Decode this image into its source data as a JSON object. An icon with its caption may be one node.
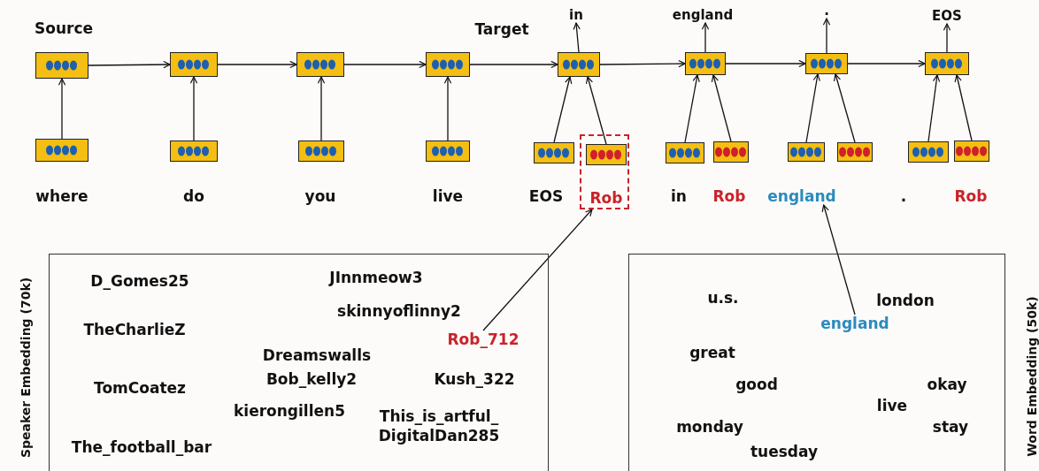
{
  "diagram": {
    "nodes": [
      {
        "text": [
          "in"
        ]
      },
      {
        "text": [
          "england"
        ]
      },
      {
        "text": [
          "."
        ]
      },
      {
        "text": [
          "EOS"
        ]
      },
      {
        "text": [],
        "shape": "box"
      },
      {
        "text": [],
        "shape": "box"
      },
      {
        "text": [],
        "shape": "box"
      },
      {
        "text": [],
        "shape": "box"
      },
      {
        "text": [],
        "shape": "box"
      },
      {
        "text": [],
        "shape": "box"
      },
      {
        "text": [],
        "shape": "box"
      },
      {
        "text": [],
        "shape": "box"
      },
      {
        "text": [],
        "shape": "box"
      },
      {
        "text": [],
        "shape": "box"
      },
      {
        "text": [],
        "shape": "box"
      },
      {
        "text": [],
        "shape": "box"
      },
      {
        "text": [],
        "shape": "box"
      },
      {
        "text": [
          "Rob"
        ]
      },
      {
        "text": [],
        "shape": "box",
        "in": 17
      },
      {
        "text": [],
        "shape": "box"
      },
      {
        "text": [],
        "shape": "box"
      },
      {
        "text": [],
        "shape": "box"
      },
      {
        "text": [],
        "shape": "box"
      },
      {
        "text": [],
        "shape": "box"
      },
      {
        "text": [],
        "shape": "box"
      },
      {
        "text": [
          "england"
        ]
      },
      {
        "text": [
          "Speaker Embedding (70k)",
          "D_Gomes25",
          "JInnmeow3",
          "skinnyoflinny2",
          "TheCharlieZ",
          "Dreamswalls",
          "Bob_kelly2",
          "Kush_322",
          "TomCoatez",
          "kierongillen5",
          "This_is_artful_ DigitalDan285",
          "The_football_bar"
        ]
      },
      {
        "text": [
          "Rob_712"
        ],
        "in": 26
      },
      {
        "text": [
          "Word Embedding (50k)",
          "u.s.",
          "london",
          "great",
          "good",
          "okay",
          "live",
          "monday",
          "stay",
          "tuesday"
        ]
      },
      {
        "text": [
          "england"
        ],
        "in": 28
      }
    ],
    "edges": [
      {
        "from": 4,
        "to": 5,
        "arrow": "to"
      },
      {
        "from": 5,
        "to": 6,
        "arrow": "to"
      },
      {
        "from": 6,
        "to": 7,
        "arrow": "to"
      },
      {
        "from": 7,
        "to": 8,
        "arrow": "to"
      },
      {
        "from": 8,
        "to": 9,
        "arrow": "to"
      },
      {
        "from": 9,
        "to": 10,
        "arrow": "to"
      },
      {
        "from": 10,
        "to": 11,
        "arrow": "to"
      },
      {
        "from": 12,
        "to": 4,
        "arrow": "to"
      },
      {
        "from": 13,
        "to": 5,
        "arrow": "to"
      },
      {
        "from": 14,
        "to": 6,
        "arrow": "to"
      },
      {
        "from": 15,
        "to": 7,
        "arrow": "to"
      },
      {
        "from": 16,
        "to": 8,
        "arrow": "to"
      },
      {
        "from": 18,
        "to": 8,
        "arrow": "to"
      },
      {
        "from": 19,
        "to": 9,
        "arrow": "to"
      },
      {
        "from": 20,
        "to": 9,
        "arrow": "to"
      },
      {
        "from": 21,
        "to": 10,
        "arrow": "to"
      },
      {
        "from": 22,
        "to": 10,
        "arrow": "to"
      },
      {
        "from": 23,
        "to": 11,
        "arrow": "to"
      },
      {
        "from": 24,
        "to": 11,
        "arrow": "to"
      },
      {
        "from": 8,
        "to": 0,
        "arrow": "to"
      },
      {
        "from": 9,
        "to": 1,
        "arrow": "to"
      },
      {
        "from": 10,
        "to": 2,
        "arrow": "to"
      },
      {
        "from": 11,
        "to": 3,
        "arrow": "to"
      },
      {
        "from": 27,
        "to": 17,
        "arrow": "to"
      },
      {
        "from": 29,
        "to": 25,
        "arrow": "to"
      }
    ],
    "labels": [
      "Source",
      "Target",
      "where",
      "do",
      "you",
      "live",
      "EOS",
      "in",
      "Rob",
      ".",
      "Rob"
    ]
  }
}
